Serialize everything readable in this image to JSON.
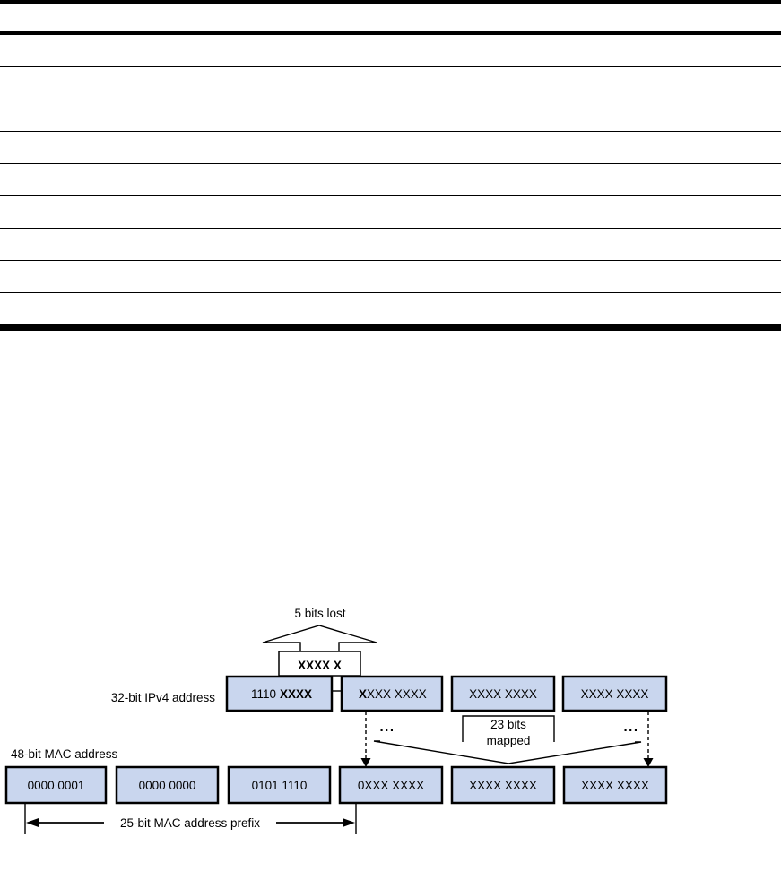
{
  "document": {
    "table": {
      "header_row": "",
      "rows": [
        "",
        "",
        "",
        "",
        "",
        "",
        "",
        "",
        ""
      ]
    },
    "diagram": {
      "arrow_label": "5 bits lost",
      "lost_bits": "XXXX X",
      "ipv4_row_label": "32-bit IPv4 address",
      "ipv4_octet1_prefix": "1110",
      "ipv4_octet1_suffix": "XXXX",
      "ipv4_octet2_first_bit": "X",
      "ipv4_octet2_rest": "XXX XXXX",
      "ipv4_octet3": "XXXX XXXX",
      "ipv4_octet4": "XXXX XXXX",
      "ellipsis_left": "...",
      "ellipsis_right": "...",
      "mapped_label_line1": "23 bits",
      "mapped_label_line2": "mapped",
      "mac_row_label": "48-bit MAC address",
      "mac_octets": [
        "0000 0001",
        "0000 0000",
        "0101 1110",
        "0XXX XXXX",
        "XXXX XXXX",
        "XXXX XXXX"
      ],
      "prefix_label": "25-bit MAC address prefix",
      "colors": {
        "box_fill": "#c9d6ee",
        "box_border": "#000000",
        "line_color": "#000000"
      }
    }
  }
}
